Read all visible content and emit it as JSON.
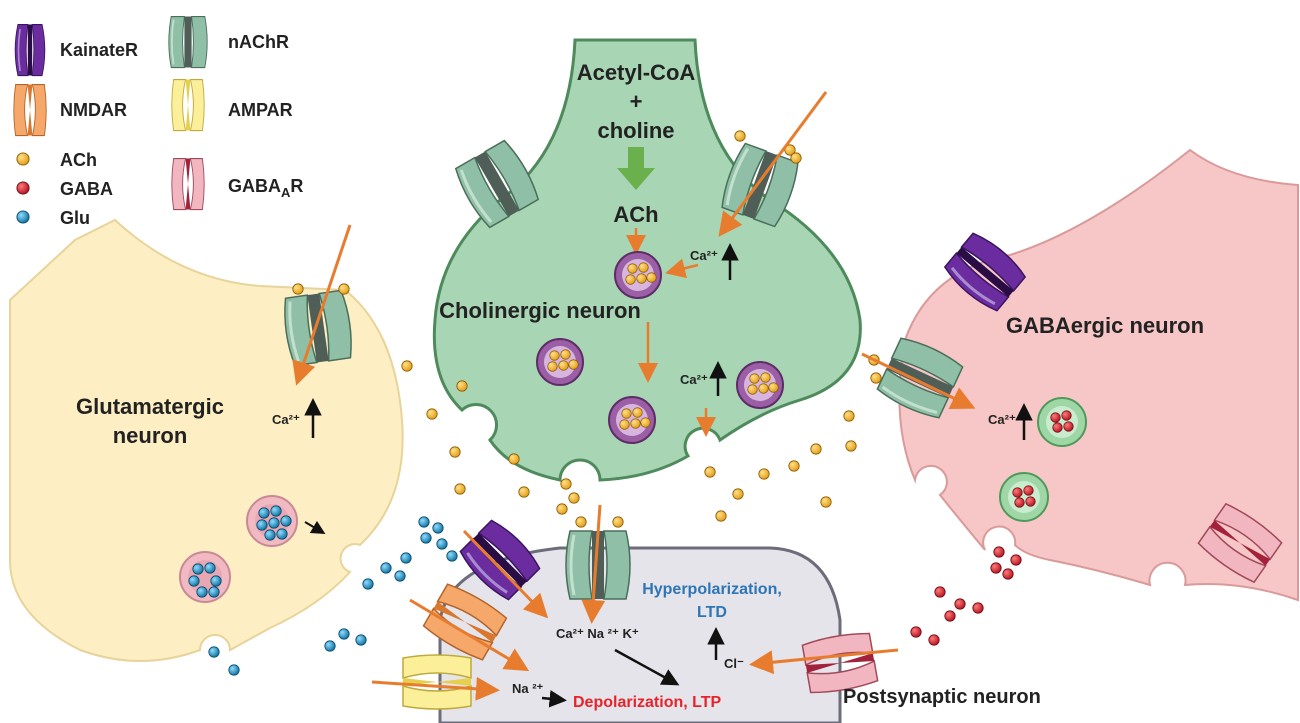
{
  "legend": {
    "kainate": "KainateR",
    "nachr": "nAChR",
    "nmdar": "NMDAR",
    "ampar": "AMPAR",
    "ach": "ACh",
    "gaba": "GABA",
    "glu": "Glu",
    "gabaar_main": "GABA",
    "gabaar_sub": "A",
    "gabaar_tail": "R"
  },
  "cholinergic": {
    "title_line1": "Acetyl-CoA",
    "plus": "+",
    "title_line3": "choline",
    "ach": "ACh",
    "name": "Cholinergic neuron"
  },
  "glutamatergic": {
    "name_line1": "Glutamatergic",
    "name_line2": "neuron"
  },
  "gabaergic": {
    "name": "GABAergic neuron"
  },
  "postsynaptic": {
    "name": "Postsynaptic neuron",
    "ions": "Ca²⁺ Na ²⁺ K⁺",
    "chloride": "Cl⁻",
    "sodium": "Na ²⁺",
    "hyper_line1": "Hyperpolarization,",
    "hyper_line2": "LTD",
    "depol": "Depolarization, LTP"
  },
  "ion_labels": {
    "ca": "Ca²⁺"
  },
  "colors": {
    "cholinergic": "#a8d5b4",
    "glutamatergic": "#fdeec3",
    "gabaergic": "#f7c6c6",
    "postsynaptic": "#e4e4ea",
    "arrow": "#e87c2e",
    "ach": "#f2b01e",
    "gaba": "#d7263d",
    "glu": "#1a8fc1"
  }
}
